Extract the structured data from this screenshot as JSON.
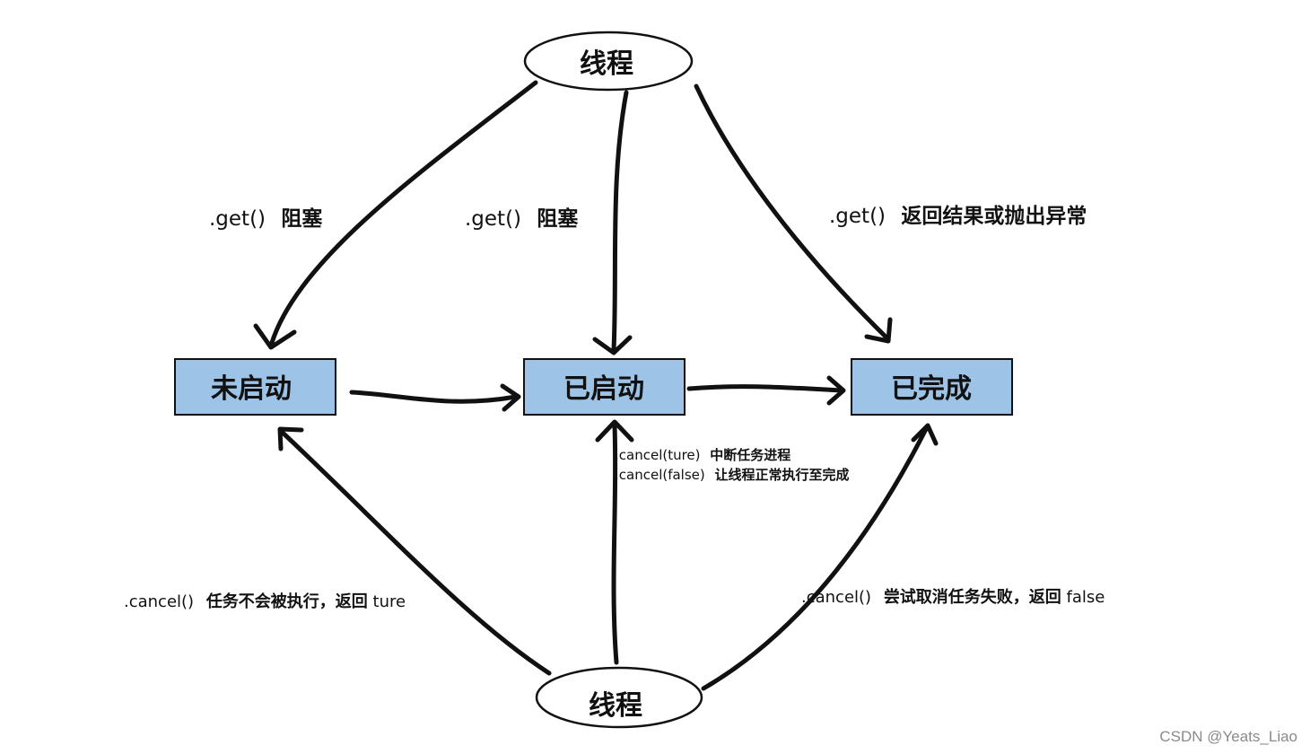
{
  "nodes": {
    "thread_top": "线程",
    "thread_bottom": "线程",
    "not_started": "未启动",
    "started": "已启动",
    "completed": "已完成"
  },
  "edges": {
    "get_not_started": {
      "method": ".get()",
      "text": "阻塞"
    },
    "get_started": {
      "method": ".get()",
      "text": "阻塞"
    },
    "get_completed": {
      "method": ".get()",
      "text": "返回结果或抛出异常"
    },
    "cancel_started": [
      {
        "method": ".cancel(ture)",
        "text": "中断任务进程"
      },
      {
        "method": ".cancel(false)",
        "text": "让线程正常执行至完成"
      }
    ],
    "cancel_not_started": {
      "method": ".cancel()",
      "text": "任务不会被执行，返回",
      "suffix": "ture"
    },
    "cancel_completed": {
      "method": ".cancel()",
      "text": "尝试取消任务失败，返回",
      "suffix": "false"
    }
  },
  "watermark": "CSDN @Yeats_Liao",
  "colors": {
    "box_fill": "#9dc3e6",
    "stroke": "#111111",
    "background": "#ffffff",
    "watermark": "#8a8a8a"
  }
}
